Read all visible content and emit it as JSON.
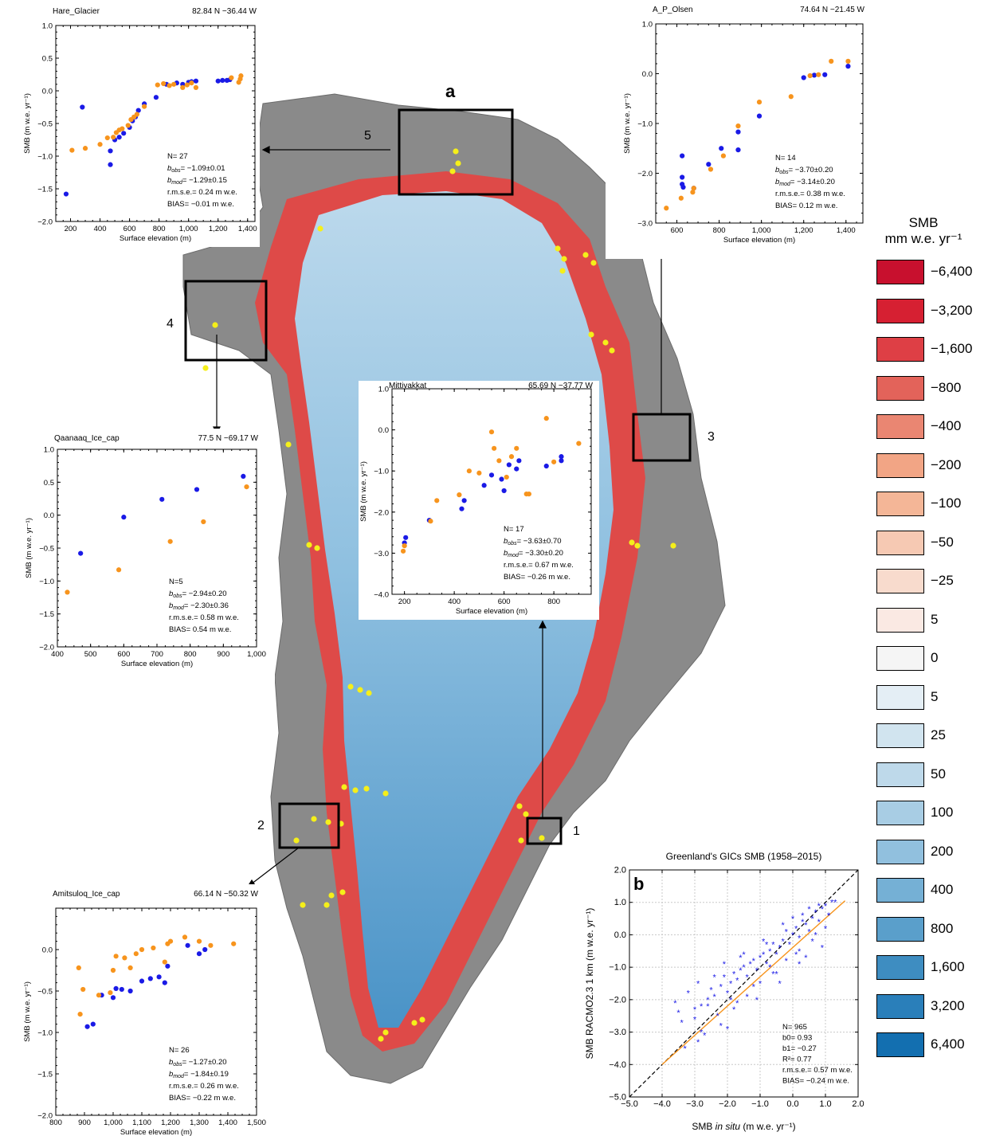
{
  "figure": {
    "panel_a": "a",
    "panel_b": "b",
    "box_numbers": [
      "1",
      "2",
      "3",
      "4",
      "5"
    ]
  },
  "legend": {
    "title_line1": "SMB",
    "title_line2": "mm w.e. yr⁻¹",
    "entries": [
      {
        "label": "−6,400",
        "color": "#c8102e"
      },
      {
        "label": "−3,200",
        "color": "#d62032"
      },
      {
        "label": "−1,600",
        "color": "#de3f45"
      },
      {
        "label": "−800",
        "color": "#e3635a"
      },
      {
        "label": "−400",
        "color": "#ea8672"
      },
      {
        "label": "−200",
        "color": "#f2a585"
      },
      {
        "label": "−100",
        "color": "#f4b697"
      },
      {
        "label": "−50",
        "color": "#f6c9b3"
      },
      {
        "label": "−25",
        "color": "#f8dbcd"
      },
      {
        "label": "5",
        "color": "#fae9e3"
      },
      {
        "label": "0",
        "color": "#f5f5f5"
      },
      {
        "label": "5",
        "color": "#e4eef5"
      },
      {
        "label": "25",
        "color": "#d1e4ef"
      },
      {
        "label": "50",
        "color": "#bed9ea"
      },
      {
        "label": "100",
        "color": "#a8cde4"
      },
      {
        "label": "200",
        "color": "#91c0de"
      },
      {
        "label": "400",
        "color": "#75b0d5"
      },
      {
        "label": "800",
        "color": "#5a9fcb"
      },
      {
        "label": "1,600",
        "color": "#3e8dc1"
      },
      {
        "label": "3,200",
        "color": "#2a7fba"
      },
      {
        "label": "6,400",
        "color": "#136fb0"
      }
    ]
  },
  "colors": {
    "obs": "#1a1ae6",
    "mod": "#f7941d",
    "site_marker": "#f5ef1a",
    "panel_b_points": "#1a1ae6",
    "fit": "#f7941d"
  },
  "chart_data": [
    {
      "id": "hare",
      "type": "scatter",
      "title": "Hare_Glacier",
      "coords": "82.84 N −36.44 W",
      "xlabel": "Surface elevation (m)",
      "ylabel": "SMB (m w.e. yr⁻¹)",
      "xlim": [
        100,
        1450
      ],
      "ylim": [
        -2.0,
        1.0
      ],
      "xticks": [
        200,
        400,
        600,
        800,
        1000,
        1200,
        1400
      ],
      "xticklabels": [
        "200",
        "400",
        "600",
        "800",
        "1,000",
        "1,200",
        "1,400"
      ],
      "yticks": [
        -2.0,
        -1.5,
        -1.0,
        -0.5,
        0.0,
        0.5,
        1.0
      ],
      "yticklabels": [
        "−2.0",
        "−1.5",
        "−1.0",
        "−0.5",
        "0.0",
        "0.5",
        "1.0"
      ],
      "stats": [
        "N= 27",
        "bobs= −1.09±0.01",
        "bmod= −1.29±0.15",
        "r.m.s.e.= 0.24 m w.e.",
        "BIAS= −0.01 m w.e."
      ],
      "series": [
        {
          "name": "obs",
          "color": "#1a1ae6",
          "x": [
            170,
            280,
            470,
            470,
            500,
            530,
            560,
            600,
            620,
            640,
            660,
            700,
            780,
            850,
            920,
            960,
            1000,
            1020,
            1050,
            1200,
            1230,
            1260,
            1280
          ],
          "y": [
            -1.58,
            -0.25,
            -1.13,
            -0.92,
            -0.75,
            -0.71,
            -0.65,
            -0.56,
            -0.46,
            -0.4,
            -0.3,
            -0.2,
            -0.1,
            0.1,
            0.12,
            0.1,
            0.13,
            0.14,
            0.15,
            0.15,
            0.16,
            0.16,
            0.17
          ]
        },
        {
          "name": "mod",
          "color": "#f7941d",
          "x": [
            210,
            300,
            400,
            450,
            490,
            510,
            530,
            550,
            590,
            610,
            630,
            650,
            700,
            790,
            830,
            870,
            900,
            960,
            990,
            1020,
            1050,
            1290,
            1340,
            1350,
            1355
          ],
          "y": [
            -0.91,
            -0.88,
            -0.82,
            -0.72,
            -0.71,
            -0.64,
            -0.6,
            -0.58,
            -0.53,
            -0.44,
            -0.4,
            -0.36,
            -0.24,
            0.09,
            0.11,
            0.08,
            0.1,
            0.05,
            0.09,
            0.12,
            0.05,
            0.2,
            0.13,
            0.18,
            0.23
          ]
        }
      ]
    },
    {
      "id": "olsen",
      "type": "scatter",
      "title": "A_P_Olsen",
      "coords": "74.64 N −21.45 W",
      "xlabel": "Surface elevation (m)",
      "ylabel": "SMB (m w.e. yr⁻¹)",
      "xlim": [
        500,
        1480
      ],
      "ylim": [
        -3.0,
        1.0
      ],
      "xticks": [
        600,
        800,
        1000,
        1200,
        1400
      ],
      "xticklabels": [
        "600",
        "800",
        "1,000",
        "1,200",
        "1,400"
      ],
      "yticks": [
        -3.0,
        -2.0,
        -1.0,
        0.0,
        1.0
      ],
      "yticklabels": [
        "−3.0",
        "−2.0",
        "−1.0",
        "0.0",
        "1.0"
      ],
      "stats": [
        "N= 14",
        "bobs= −3.70±0.20",
        "bmod= −3.14±0.20",
        "r.m.s.e.= 0.38 m w.e.",
        "BIAS= 0.12 m w.e."
      ],
      "series": [
        {
          "name": "obs",
          "color": "#1a1ae6",
          "x": [
            625,
            625,
            625,
            630,
            680,
            750,
            810,
            890,
            890,
            990,
            1200,
            1250,
            1300,
            1410
          ],
          "y": [
            -1.65,
            -2.08,
            -2.22,
            -2.28,
            -2.3,
            -1.82,
            -1.5,
            -1.17,
            -1.53,
            -0.85,
            -0.08,
            -0.03,
            -0.02,
            0.15
          ]
        },
        {
          "name": "mod",
          "color": "#f7941d",
          "x": [
            550,
            620,
            675,
            680,
            760,
            820,
            890,
            990,
            1140,
            1230,
            1270,
            1330,
            1410
          ],
          "y": [
            -2.7,
            -2.5,
            -2.38,
            -2.3,
            -1.92,
            -1.65,
            -1.05,
            -0.57,
            -0.46,
            -0.04,
            -0.02,
            0.25,
            0.25
          ]
        }
      ]
    },
    {
      "id": "qaanaaq",
      "type": "scatter",
      "title": "Qaanaaq_Ice_cap",
      "coords": "77.5 N −69.17 W",
      "xlabel": "Surface elevation (m)",
      "ylabel": "SMB (m w.e. yr⁻¹)",
      "xlim": [
        400,
        1000
      ],
      "ylim": [
        -2.0,
        1.0
      ],
      "xticks": [
        400,
        500,
        600,
        700,
        800,
        900,
        1000
      ],
      "xticklabels": [
        "400",
        "500",
        "600",
        "700",
        "800",
        "900",
        "1,000"
      ],
      "yticks": [
        -2.0,
        -1.5,
        -1.0,
        -0.5,
        0.0,
        0.5,
        1.0
      ],
      "yticklabels": [
        "−2.0",
        "−1.5",
        "−1.0",
        "−0.5",
        "0.0",
        "0.5",
        "1.0"
      ],
      "stats": [
        "N=5",
        "bobs= −2.94±0.20",
        "bmod= −2.30±0.36",
        "r.m.s.e.= 0.58 m w.e.",
        "BIAS= 0.54 m w.e."
      ],
      "series": [
        {
          "name": "obs",
          "color": "#1a1ae6",
          "x": [
            470,
            600,
            715,
            820,
            960
          ],
          "y": [
            -0.58,
            -0.03,
            0.24,
            0.39,
            0.59
          ]
        },
        {
          "name": "mod",
          "color": "#f7941d",
          "x": [
            430,
            585,
            740,
            840,
            970
          ],
          "y": [
            -1.17,
            -0.83,
            -0.4,
            -0.1,
            0.43
          ]
        }
      ]
    },
    {
      "id": "mittivakkat",
      "type": "scatter",
      "title": "Mittivakkat",
      "coords": "65.69 N −37.77 W",
      "xlabel": "Surface elevation (m)",
      "ylabel": "SMB (m w.e. yr⁻¹)",
      "xlim": [
        150,
        950
      ],
      "ylim": [
        -4.0,
        1.0
      ],
      "xticks": [
        200,
        400,
        600,
        800
      ],
      "xticklabels": [
        "200",
        "400",
        "600",
        "800"
      ],
      "yticks": [
        -4.0,
        -3.0,
        -2.0,
        -1.0,
        0.0,
        1.0
      ],
      "yticklabels": [
        "−4.0",
        "−3.0",
        "−2.0",
        "−1.0",
        "0.0",
        "1.0"
      ],
      "stats": [
        "N= 17",
        "bobs= −3.63±0.70",
        "bmod= −3.30±0.20",
        "r.m.s.e.= 0.67 m w.e.",
        "BIAS= −0.26 m w.e."
      ],
      "series": [
        {
          "name": "obs",
          "color": "#1a1ae6",
          "x": [
            200,
            205,
            300,
            430,
            440,
            520,
            550,
            590,
            600,
            620,
            650,
            660,
            770,
            830,
            830
          ],
          "y": [
            -2.75,
            -2.62,
            -2.2,
            -1.92,
            -1.72,
            -1.35,
            -1.1,
            -1.2,
            -1.48,
            -0.85,
            -0.95,
            -0.75,
            -0.88,
            -0.75,
            -0.65
          ]
        },
        {
          "name": "mod",
          "color": "#f7941d",
          "x": [
            195,
            200,
            305,
            330,
            420,
            460,
            500,
            550,
            560,
            580,
            610,
            630,
            650,
            690,
            700,
            770,
            800,
            900
          ],
          "y": [
            -2.95,
            -2.82,
            -2.22,
            -1.72,
            -1.58,
            -1.0,
            -1.05,
            -0.05,
            -0.45,
            -0.75,
            -1.15,
            -0.65,
            -0.45,
            -1.56,
            -1.56,
            0.28,
            -0.78,
            -0.33
          ]
        }
      ]
    },
    {
      "id": "amitsuloq",
      "type": "scatter",
      "title": "Amitsuloq_Ice_cap",
      "coords": "66.14 N −50.32 W",
      "xlabel": "Surface elevation (m)",
      "ylabel": "SMB (m w.e. yr⁻¹)",
      "xlim": [
        800,
        1500
      ],
      "ylim": [
        -2.0,
        0.5
      ],
      "xticks": [
        800,
        900,
        1000,
        1100,
        1200,
        1300,
        1400,
        1500
      ],
      "xticklabels": [
        "800",
        "900",
        "1,000",
        "1,100",
        "1,200",
        "1,300",
        "1,400",
        "1,500"
      ],
      "yticks": [
        -2.0,
        -1.5,
        -1.0,
        -0.5,
        0.0
      ],
      "yticklabels": [
        "−2.0",
        "−1.5",
        "−1.0",
        "−0.5",
        "0.0"
      ],
      "stats": [
        "N= 26",
        "bobs= −1.27±0.20",
        "bmod= −1.84±0.19",
        "r.m.s.e.= 0.26 m w.e.",
        "BIAS= −0.22 m w.e."
      ],
      "series": [
        {
          "name": "obs",
          "color": "#1a1ae6",
          "x": [
            910,
            930,
            960,
            1000,
            1010,
            1030,
            1060,
            1100,
            1130,
            1160,
            1180,
            1190,
            1260,
            1300,
            1320
          ],
          "y": [
            -0.93,
            -0.9,
            -0.55,
            -0.58,
            -0.47,
            -0.48,
            -0.5,
            -0.38,
            -0.35,
            -0.33,
            -0.4,
            -0.2,
            0.05,
            -0.05,
            0.0
          ]
        },
        {
          "name": "mod",
          "color": "#f7941d",
          "x": [
            880,
            885,
            895,
            950,
            990,
            1000,
            1010,
            1040,
            1060,
            1080,
            1100,
            1140,
            1180,
            1190,
            1200,
            1250,
            1300,
            1340,
            1420
          ],
          "y": [
            -0.22,
            -0.78,
            -0.48,
            -0.55,
            -0.52,
            -0.25,
            -0.08,
            -0.1,
            -0.22,
            -0.05,
            0.0,
            0.02,
            -0.15,
            0.07,
            0.1,
            0.15,
            0.1,
            0.05,
            0.07
          ]
        }
      ]
    },
    {
      "id": "panel_b",
      "type": "scatter",
      "title": "Greenland's GICs SMB (1958–2015)",
      "xlabel_parts": [
        "SMB ",
        "in situ",
        " (m w.e. yr⁻¹)"
      ],
      "ylabel": "SMB RACMO2.3 1 km (m w.e. yr⁻¹)",
      "xlim": [
        -5.0,
        2.0
      ],
      "ylim": [
        -5.0,
        2.0
      ],
      "xticks": [
        -5.0,
        -4.0,
        -3.0,
        -2.0,
        -1.0,
        0.0,
        1.0,
        2.0
      ],
      "xticklabels": [
        "−5.0",
        "−4.0",
        "−3.0",
        "−2.0",
        "−1.0",
        "0.0",
        "1.0",
        "2.0"
      ],
      "yticks": [
        -5.0,
        -4.0,
        -3.0,
        -2.0,
        -1.0,
        0.0,
        1.0,
        2.0
      ],
      "yticklabels": [
        "−5.0",
        "−4.0",
        "−3.0",
        "−2.0",
        "−1.0",
        "0.0",
        "1.0",
        "2.0"
      ],
      "grid": true,
      "stats": [
        "N= 965",
        "b0= 0.93",
        "b1= −0.27",
        "R²= 0.77",
        "r.m.s.e.= 0.57 m w.e.",
        "BIAS= −0.24 m w.e."
      ],
      "fit_line": {
        "x": [
          -4.0,
          1.6
        ],
        "y": [
          -4.0,
          1.05
        ]
      },
      "series": [
        {
          "name": "points",
          "marker": "*",
          "color": "#1a1ae6",
          "x": [
            -3.6,
            -3.4,
            -3.2,
            -3.0,
            -2.9,
            -2.8,
            -2.6,
            -2.5,
            -2.4,
            -2.3,
            -2.2,
            -2.1,
            -2.0,
            -1.9,
            -1.8,
            -1.7,
            -1.6,
            -1.5,
            -1.4,
            -1.3,
            -1.2,
            -1.1,
            -1.0,
            -0.9,
            -0.8,
            -0.7,
            -0.6,
            -0.5,
            -0.4,
            -0.3,
            -0.2,
            -0.1,
            0.0,
            0.1,
            0.2,
            0.3,
            0.4,
            0.5,
            0.6,
            0.7,
            0.8,
            0.9,
            1.0,
            1.1,
            1.2,
            -3.3,
            -2.7,
            -2.2,
            -1.8,
            -1.4,
            -1.0,
            -0.6,
            -0.2,
            0.2,
            0.6,
            1.0,
            -2.9,
            -2.1,
            -1.5,
            -0.9,
            -0.3,
            0.3,
            0.8,
            -3.5,
            -2.6,
            -1.9,
            -1.2,
            -0.5,
            0.1,
            0.7,
            1.3,
            -2.4,
            -1.6,
            -0.8,
            0.0,
            0.5,
            -3.0,
            -2.0,
            -1.1,
            -0.4,
            0.4,
            0.9,
            -2.8,
            -1.7,
            -0.7,
            0.2,
            1.1
          ],
          "y": [
            -2.1,
            -2.7,
            -1.8,
            -2.3,
            -3.3,
            -2.2,
            -2.0,
            -1.7,
            -1.9,
            -2.5,
            -1.6,
            -1.3,
            -1.8,
            -1.5,
            -1.2,
            -1.4,
            -1.1,
            -1.0,
            -1.3,
            -0.9,
            -0.8,
            -1.1,
            -0.7,
            -0.6,
            -0.9,
            -0.5,
            -0.3,
            -0.6,
            -0.4,
            -0.2,
            0.1,
            -0.3,
            0.0,
            0.2,
            -0.1,
            0.4,
            0.3,
            0.1,
            0.5,
            0.7,
            0.4,
            0.8,
            0.9,
            0.6,
            1.0,
            -3.5,
            -3.1,
            -2.8,
            -2.3,
            -1.9,
            -1.5,
            -1.2,
            -0.8,
            -0.5,
            -0.2,
            0.2,
            -1.5,
            -0.9,
            -0.6,
            -0.2,
            0.3,
            0.6,
            0.9,
            -2.4,
            -2.2,
            -2.0,
            -1.6,
            -1.2,
            -0.6,
            0.0,
            1.0,
            -1.3,
            -0.7,
            -0.3,
            0.5,
            0.8,
            -2.6,
            -2.9,
            -2.0,
            -1.5,
            -0.7,
            -0.4,
            -3.0,
            -2.1,
            -1.0,
            -0.9,
            0.6
          ]
        }
      ]
    }
  ]
}
